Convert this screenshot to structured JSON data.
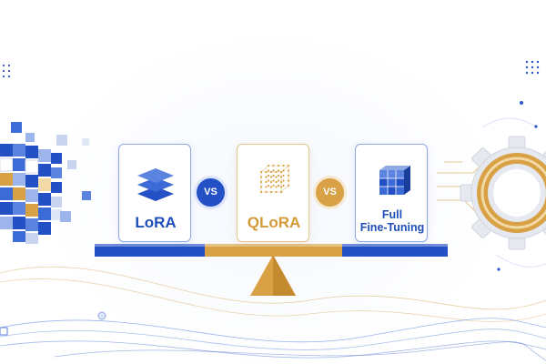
{
  "comparison": {
    "lora": {
      "label": "LoRA",
      "icon": "stacked-layers-icon"
    },
    "vs_first": "VS",
    "qlora": {
      "label": "QLoRA",
      "icon": "dotted-cube-icon"
    },
    "vs_second": "VS",
    "full": {
      "label_line1": "Full",
      "label_line2": "Fine-Tuning",
      "icon": "block-cube-icon"
    }
  },
  "colors": {
    "blue": "#2350c4",
    "gold": "#d8a145",
    "light_blue": "#8fa9e2"
  }
}
